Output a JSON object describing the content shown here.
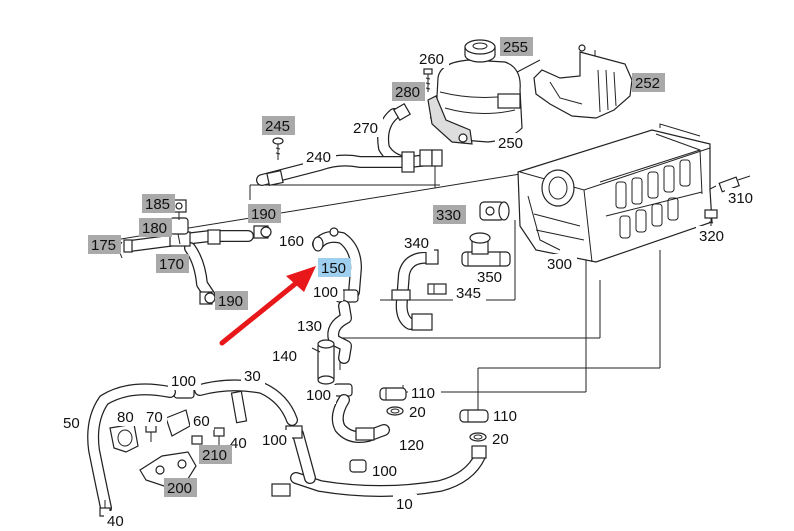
{
  "labels": [
    {
      "id": "255",
      "text": "255",
      "hl": "gray"
    },
    {
      "id": "260",
      "text": "260",
      "hl": "none"
    },
    {
      "id": "252",
      "text": "252",
      "hl": "gray"
    },
    {
      "id": "280",
      "text": "280",
      "hl": "gray"
    },
    {
      "id": "270",
      "text": "270",
      "hl": "none"
    },
    {
      "id": "245",
      "text": "245",
      "hl": "gray"
    },
    {
      "id": "250",
      "text": "250",
      "hl": "none"
    },
    {
      "id": "240",
      "text": "240",
      "hl": "none"
    },
    {
      "id": "185",
      "text": "185",
      "hl": "gray"
    },
    {
      "id": "190a",
      "text": "190",
      "hl": "gray"
    },
    {
      "id": "330",
      "text": "330",
      "hl": "gray"
    },
    {
      "id": "310",
      "text": "310",
      "hl": "none"
    },
    {
      "id": "180",
      "text": "180",
      "hl": "gray"
    },
    {
      "id": "160",
      "text": "160",
      "hl": "none"
    },
    {
      "id": "320",
      "text": "320",
      "hl": "none"
    },
    {
      "id": "175",
      "text": "175",
      "hl": "gray"
    },
    {
      "id": "340",
      "text": "340",
      "hl": "none"
    },
    {
      "id": "170",
      "text": "170",
      "hl": "gray"
    },
    {
      "id": "150",
      "text": "150",
      "hl": "blue"
    },
    {
      "id": "300",
      "text": "300",
      "hl": "none"
    },
    {
      "id": "350",
      "text": "350",
      "hl": "none"
    },
    {
      "id": "190b",
      "text": "190",
      "hl": "gray"
    },
    {
      "id": "100a",
      "text": "100",
      "hl": "none"
    },
    {
      "id": "345",
      "text": "345",
      "hl": "none"
    },
    {
      "id": "130",
      "text": "130",
      "hl": "none"
    },
    {
      "id": "140",
      "text": "140",
      "hl": "none"
    },
    {
      "id": "100b",
      "text": "100",
      "hl": "none"
    },
    {
      "id": "30",
      "text": "30",
      "hl": "none"
    },
    {
      "id": "100c",
      "text": "100",
      "hl": "none"
    },
    {
      "id": "110a",
      "text": "110",
      "hl": "none"
    },
    {
      "id": "20a",
      "text": "20",
      "hl": "none"
    },
    {
      "id": "80",
      "text": "80",
      "hl": "none"
    },
    {
      "id": "70",
      "text": "70",
      "hl": "none"
    },
    {
      "id": "60",
      "text": "60",
      "hl": "none"
    },
    {
      "id": "50",
      "text": "50",
      "hl": "none"
    },
    {
      "id": "40a",
      "text": "40",
      "hl": "none"
    },
    {
      "id": "110b",
      "text": "110",
      "hl": "none"
    },
    {
      "id": "100d",
      "text": "100",
      "hl": "none"
    },
    {
      "id": "120",
      "text": "120",
      "hl": "none"
    },
    {
      "id": "20b",
      "text": "20",
      "hl": "none"
    },
    {
      "id": "210",
      "text": "210",
      "hl": "gray"
    },
    {
      "id": "100e",
      "text": "100",
      "hl": "none"
    },
    {
      "id": "200",
      "text": "200",
      "hl": "gray"
    },
    {
      "id": "10",
      "text": "10",
      "hl": "none"
    },
    {
      "id": "40b",
      "text": "40",
      "hl": "none"
    }
  ],
  "colors": {
    "highlight_gray": "#a9a9a9",
    "highlight_blue": "#9fcfef",
    "arrow": "#e8181a"
  }
}
